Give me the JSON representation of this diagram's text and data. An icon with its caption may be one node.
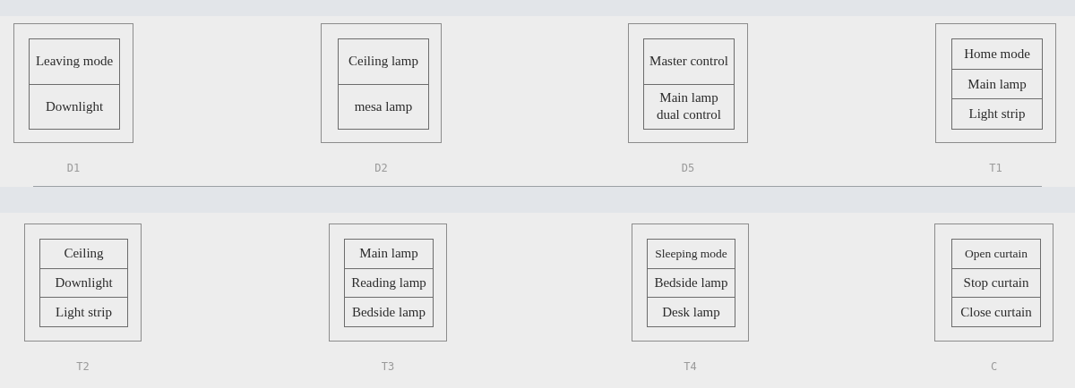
{
  "diagram": {
    "nodes": [
      {
        "text": [],
        "shape": "box",
        "beside": [
          "D1"
        ]
      },
      {
        "text": [],
        "shape": "box",
        "in": 0
      },
      {
        "text": [
          "Leaving mode"
        ],
        "in": 1
      },
      {
        "text": [
          "Downlight"
        ],
        "in": 1
      },
      {
        "text": [],
        "shape": "box",
        "beside": [
          "D2"
        ]
      },
      {
        "text": [],
        "shape": "box",
        "in": 4
      },
      {
        "text": [
          "Ceiling lamp"
        ],
        "in": 5
      },
      {
        "text": [
          "mesa lamp"
        ],
        "in": 5
      },
      {
        "text": [],
        "shape": "box",
        "beside": [
          "D5"
        ]
      },
      {
        "text": [],
        "shape": "box",
        "in": 8
      },
      {
        "text": [
          "Master control"
        ],
        "in": 9
      },
      {
        "text": [
          "Main lamp dual control"
        ],
        "in": 9
      },
      {
        "text": [],
        "shape": "box",
        "beside": [
          "T1"
        ]
      },
      {
        "text": [],
        "shape": "box",
        "in": 12
      },
      {
        "text": [
          "Home mode"
        ],
        "in": 13
      },
      {
        "text": [
          "Main lamp"
        ],
        "in": 13
      },
      {
        "text": [
          "Light strip"
        ],
        "in": 13
      },
      {
        "text": [],
        "shape": "box",
        "beside": [
          "T2"
        ]
      },
      {
        "text": [],
        "shape": "box",
        "in": 17
      },
      {
        "text": [
          "Ceiling"
        ],
        "in": 18
      },
      {
        "text": [
          "Downlight"
        ],
        "in": 18
      },
      {
        "text": [
          "Light strip"
        ],
        "in": 18
      },
      {
        "text": [],
        "shape": "box",
        "beside": [
          "T3"
        ]
      },
      {
        "text": [],
        "shape": "box",
        "in": 22
      },
      {
        "text": [
          "Main lamp"
        ],
        "in": 23
      },
      {
        "text": [
          "Reading lamp"
        ],
        "in": 23
      },
      {
        "text": [
          "Bedside lamp"
        ],
        "in": 23
      },
      {
        "text": [],
        "shape": "box",
        "beside": [
          "T4"
        ]
      },
      {
        "text": [],
        "shape": "box",
        "in": 27
      },
      {
        "text": [
          "Sleeping mode"
        ],
        "in": 28
      },
      {
        "text": [
          "Bedside lamp"
        ],
        "in": 28
      },
      {
        "text": [
          "Desk lamp"
        ],
        "in": 28
      },
      {
        "text": [],
        "shape": "box",
        "beside": [
          "C"
        ]
      },
      {
        "text": [],
        "shape": "box",
        "in": 32
      },
      {
        "text": [
          "Open curtain"
        ],
        "in": 33
      },
      {
        "text": [
          "Stop curtain"
        ],
        "in": 33
      },
      {
        "text": [
          "Close curtain"
        ],
        "in": 33
      }
    ]
  }
}
